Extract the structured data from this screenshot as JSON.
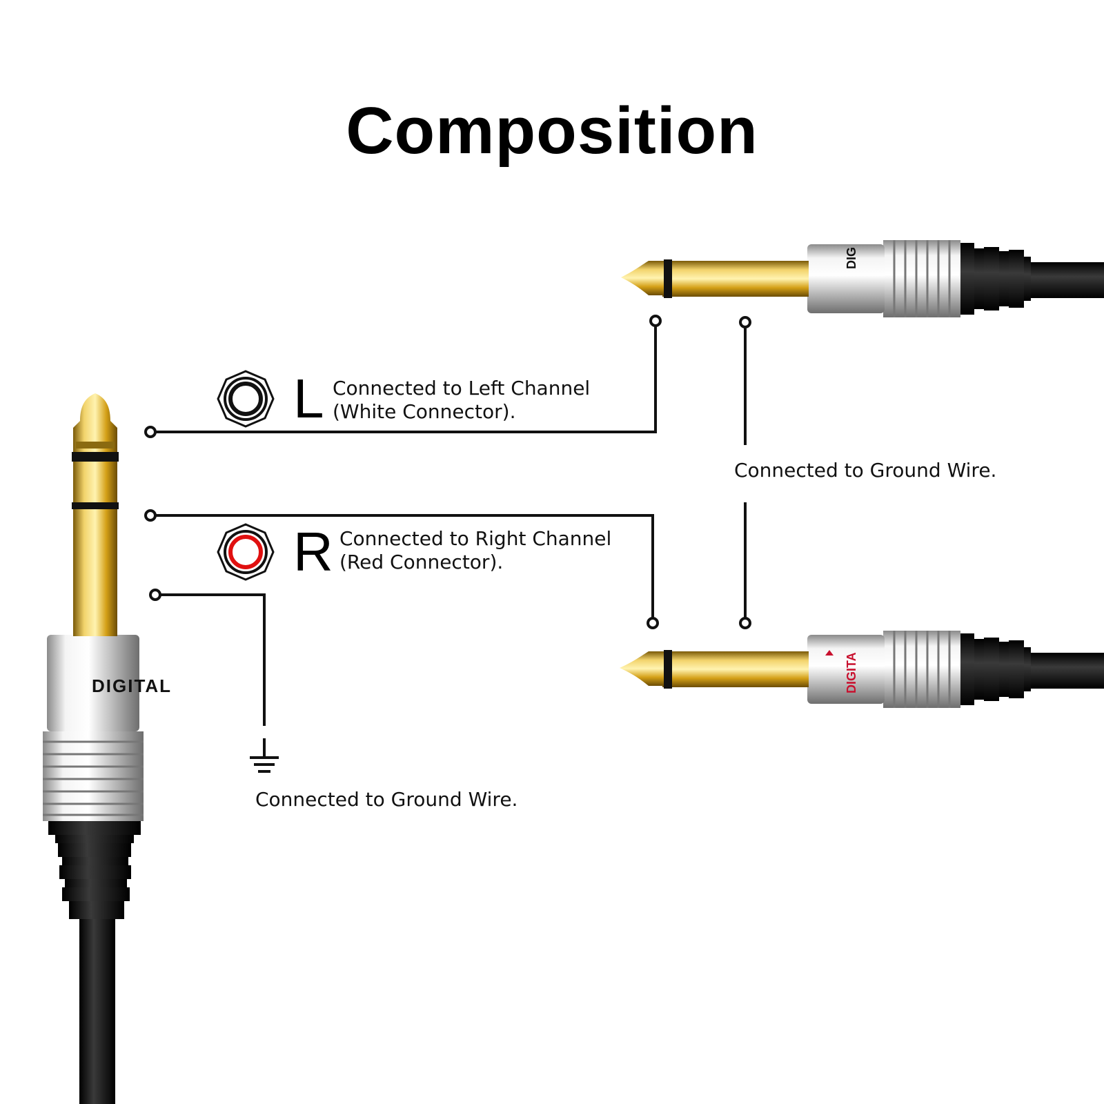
{
  "title": "Composition",
  "left_channel": {
    "letter": "L",
    "line1": "Connected to Left Channel",
    "line2": "(White Connector)."
  },
  "right_channel": {
    "letter": "R",
    "line1": "Connected to Right Channel",
    "line2": "(Red Connector)."
  },
  "ground_right": "Connected to Ground Wire.",
  "ground_left": "Connected to Ground Wire.",
  "plug_brand": "DIGITAL",
  "colors": {
    "gold": "#d4a017",
    "chrome": "#cfcfcf",
    "cable": "#111111",
    "red_ring": "#e01010",
    "brand_red": "#c8102e"
  },
  "icons": [
    "white-connector-icon",
    "red-connector-icon",
    "ground-symbol-icon"
  ]
}
